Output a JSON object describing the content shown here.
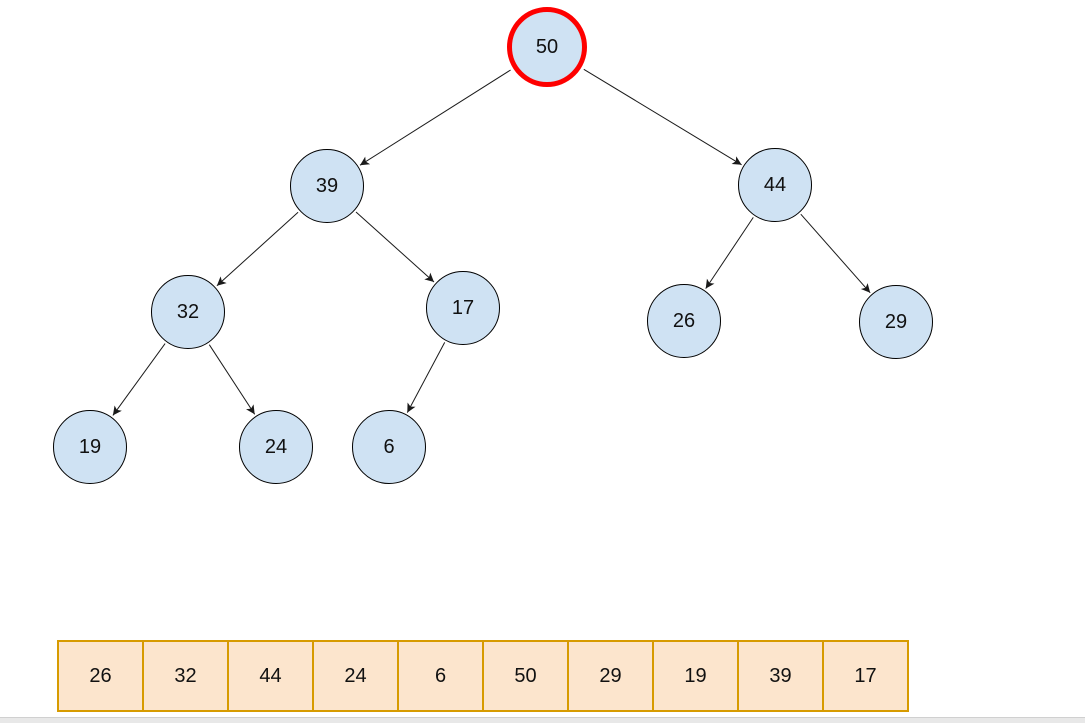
{
  "diagram": {
    "description": "Binary tree (heap) visualization with highlighted root node and array representation",
    "highlight_color": "#fe0000",
    "node_fill_color": "#cfe2f3",
    "node_border_color": "#000000",
    "cell_fill_color": "#fce5cd",
    "cell_border_color": "#d79b00"
  },
  "tree": {
    "nodes": [
      {
        "value": "50",
        "highlighted": true
      },
      {
        "value": "39",
        "highlighted": false
      },
      {
        "value": "44",
        "highlighted": false
      },
      {
        "value": "32",
        "highlighted": false
      },
      {
        "value": "17",
        "highlighted": false
      },
      {
        "value": "26",
        "highlighted": false
      },
      {
        "value": "29",
        "highlighted": false
      },
      {
        "value": "19",
        "highlighted": false
      },
      {
        "value": "24",
        "highlighted": false
      },
      {
        "value": "6",
        "highlighted": false
      }
    ],
    "edges": [
      [
        "50",
        "39"
      ],
      [
        "50",
        "44"
      ],
      [
        "39",
        "32"
      ],
      [
        "39",
        "17"
      ],
      [
        "44",
        "26"
      ],
      [
        "44",
        "29"
      ],
      [
        "32",
        "19"
      ],
      [
        "32",
        "24"
      ],
      [
        "17",
        "6"
      ]
    ]
  },
  "array": {
    "cells": [
      "26",
      "32",
      "44",
      "24",
      "6",
      "50",
      "29",
      "19",
      "39",
      "17"
    ]
  }
}
